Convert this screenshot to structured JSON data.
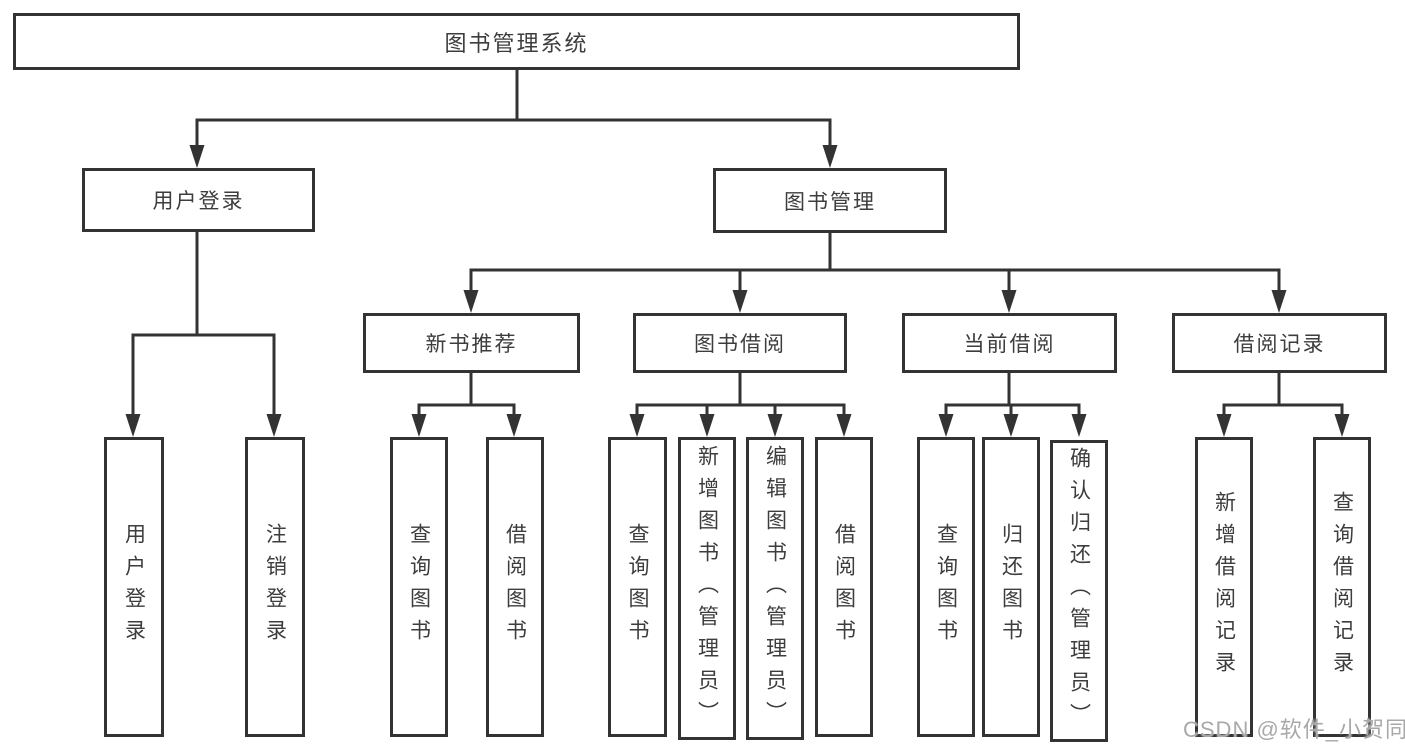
{
  "diagram": {
    "root": {
      "label": "图书管理系统"
    },
    "branches": [
      {
        "label": "用户登录",
        "children": [
          {
            "label": "用户登录"
          },
          {
            "label": "注销登录"
          }
        ]
      },
      {
        "label": "图书管理",
        "children": [
          {
            "label": "新书推荐",
            "children": [
              {
                "label": "查询图书"
              },
              {
                "label": "借阅图书"
              }
            ]
          },
          {
            "label": "图书借阅",
            "children": [
              {
                "label": "查询图书"
              },
              {
                "label": "新增图书（管理员）"
              },
              {
                "label": "编辑图书（管理员）"
              },
              {
                "label": "借阅图书"
              }
            ]
          },
          {
            "label": "当前借阅",
            "children": [
              {
                "label": "查询图书"
              },
              {
                "label": "归还图书"
              },
              {
                "label": "确认归还（管理员）"
              }
            ]
          },
          {
            "label": "借阅记录",
            "children": [
              {
                "label": "新增借阅记录"
              },
              {
                "label": "查询借阅记录"
              }
            ]
          }
        ]
      }
    ]
  },
  "watermark": {
    "text": "CSDN @软件_小贺同学",
    "color": "#a9a9a9"
  },
  "colors": {
    "line": "#333333",
    "text": "#3d3d3d",
    "background": "#ffffff"
  }
}
